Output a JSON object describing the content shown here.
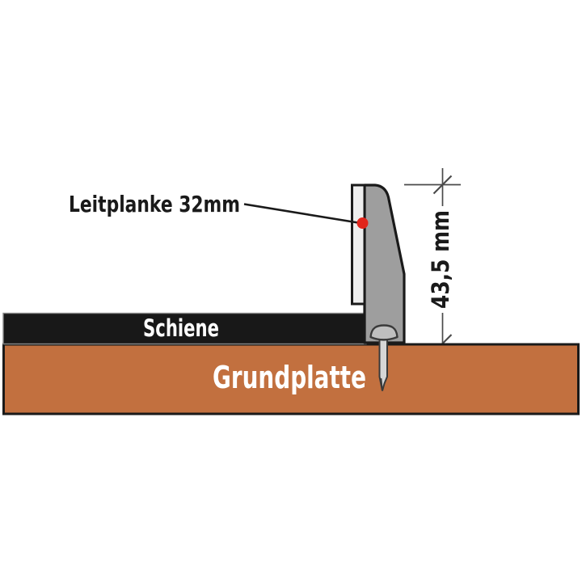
{
  "diagram": {
    "kind": "technical-cross-section",
    "labels": {
      "guardrail_label": "Leitplanke 32mm",
      "rail_label": "Schiene",
      "base_plate_label": "Grundplatte",
      "height_dimension_label": "43,5 mm"
    },
    "colors": {
      "plate": "#c2703f",
      "rail": "#181818",
      "clamp": "#9e9e9e",
      "strip": "#ededed",
      "screw": "#d6d6d6",
      "screwDark": "#bfbfbf",
      "marker": "#e1251b",
      "outline": "#1a1a1a",
      "dim": "#4a4a4a",
      "labelLight": "#ffffff"
    }
  }
}
